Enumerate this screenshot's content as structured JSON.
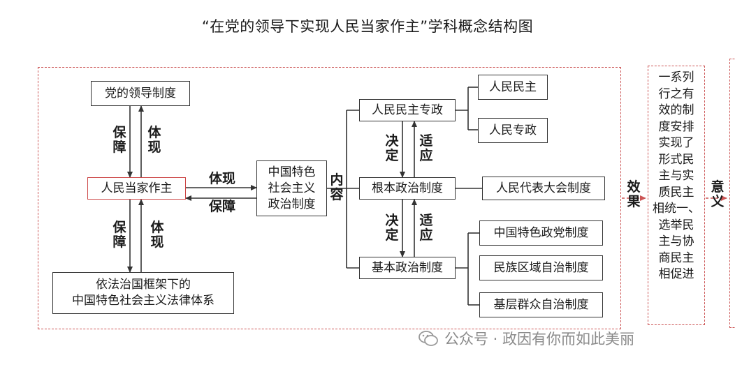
{
  "title": "“在党的领导下实现人民当家作主”学科概念结构图",
  "boxes": {
    "party_leadership": "党的领导制度",
    "people_master": "人民当家作主",
    "rule_of_law_line1": "依法治国框架下的",
    "rule_of_law_line2": "中国特色社会主义法律体系",
    "cn_political_line1": "中国特色",
    "cn_political_line2": "社会主义",
    "cn_political_line3": "政治制度",
    "dictatorship": "人民民主专政",
    "fundamental": "根本政治制度",
    "basic": "基本政治制度",
    "people_democracy": "人民民主",
    "people_dictatorship": "人民专政",
    "npc": "人民代表大会制度",
    "party_system": "中国特色政党制度",
    "ethnic_autonomy": "民族区域自治制度",
    "grassroots": "基层群众自治制度"
  },
  "labels": {
    "guarantee_v1": "保障",
    "embody_v1": "体现",
    "guarantee_v2": "保障",
    "embody_v2": "体现",
    "embody_h": "体现",
    "guarantee_h": "保障",
    "content": "内容",
    "decide_1": "决定",
    "adapt_1": "适应",
    "decide_2": "决定",
    "adapt_2": "适应",
    "effect": "效果",
    "significance": "意义"
  },
  "effect_text": [
    "一系列",
    "行之有",
    "效的制",
    "度安排",
    "实现了",
    "形式民",
    "主与实",
    "质民主",
    "相统一、",
    "选举民",
    "主与协",
    "商民主",
    "相促进"
  ],
  "watermark": "公众号 · 政因有你而如此美丽",
  "colors": {
    "dashed_border": "#c55555",
    "highlight_border": "#c44444",
    "line": "#333333"
  }
}
